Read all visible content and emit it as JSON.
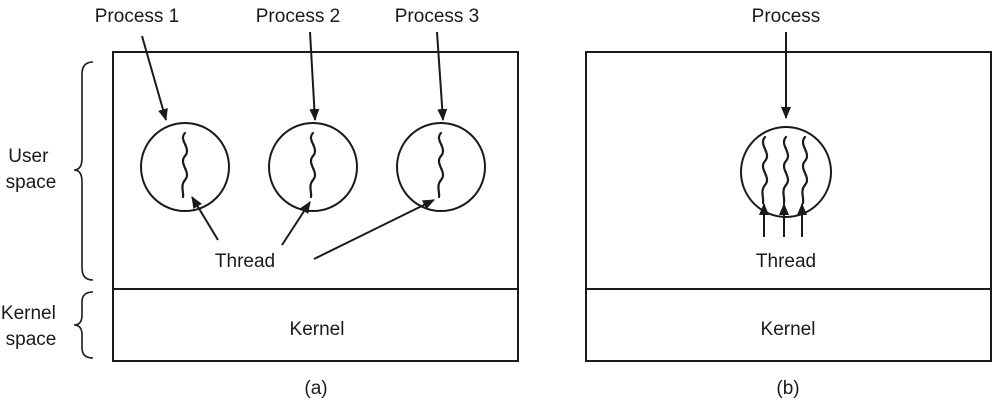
{
  "labels": {
    "process_1": "Process 1",
    "process_2": "Process 2",
    "process_3": "Process 3",
    "process": "Process",
    "user_space": [
      "User",
      "space"
    ],
    "kernel_space": [
      "Kernel",
      "space"
    ],
    "thread_a": "Thread",
    "thread_b": "Thread",
    "kernel_a": "Kernel",
    "kernel_b": "Kernel",
    "caption_a": "(a)",
    "caption_b": "(b)"
  }
}
